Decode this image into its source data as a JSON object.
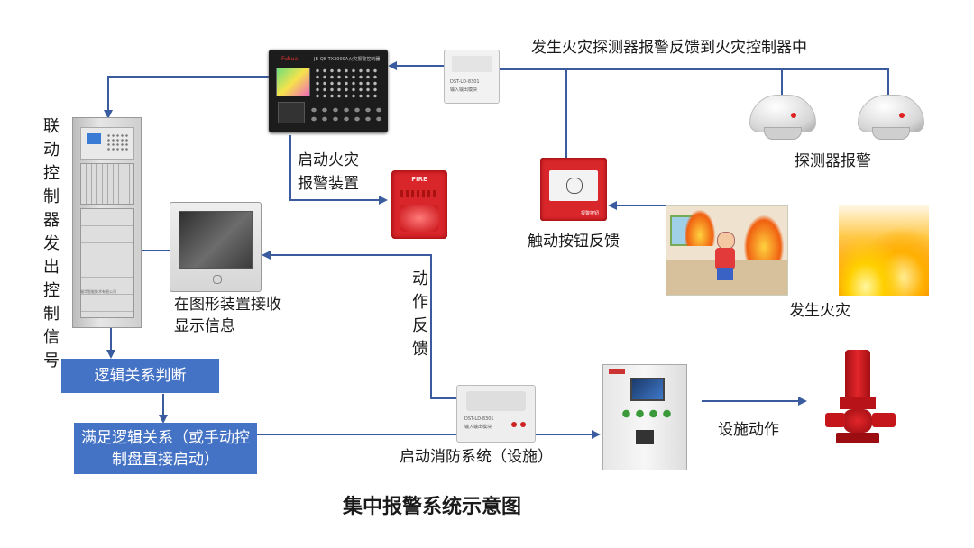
{
  "labels": {
    "top_feedback": "发生火灾探测器报警反馈到火灾控制器中",
    "start_alarm": "启动火灾报警装置",
    "detector_alarm": "探测器报警",
    "button_feedback": "触动按钮反馈",
    "fire_occurs": "发生火灾",
    "linkage_control": "联动控制器发出控制信号",
    "graphic_display": "在图形装置接收显示信息",
    "action_feedback": "动作反馈",
    "start_fire_system": "启动消防系统（设施）",
    "facility_action": "设施动作",
    "logic_judge": "逻辑关系判断",
    "logic_satisfy": "满足逻辑关系（或手动控制盘直接启动）",
    "diagram_title": "集中报警系统示意图"
  },
  "device_text": {
    "panel_brand": "Fuhua",
    "panel_model": "JB-QB-TX3000A火灾报警控制器",
    "module_model": "DST-LD-8301",
    "module_name": "输入输出模块",
    "fire_word": "FIRE",
    "button_label": "报警按钮",
    "cabinet_maker": "福华智能技术有限公司"
  },
  "colors": {
    "arrow": "#3a5c9e",
    "box": "#4472c4",
    "panel": "#1c1c1c",
    "red": "#d9262b",
    "pump": "#d4171d"
  }
}
